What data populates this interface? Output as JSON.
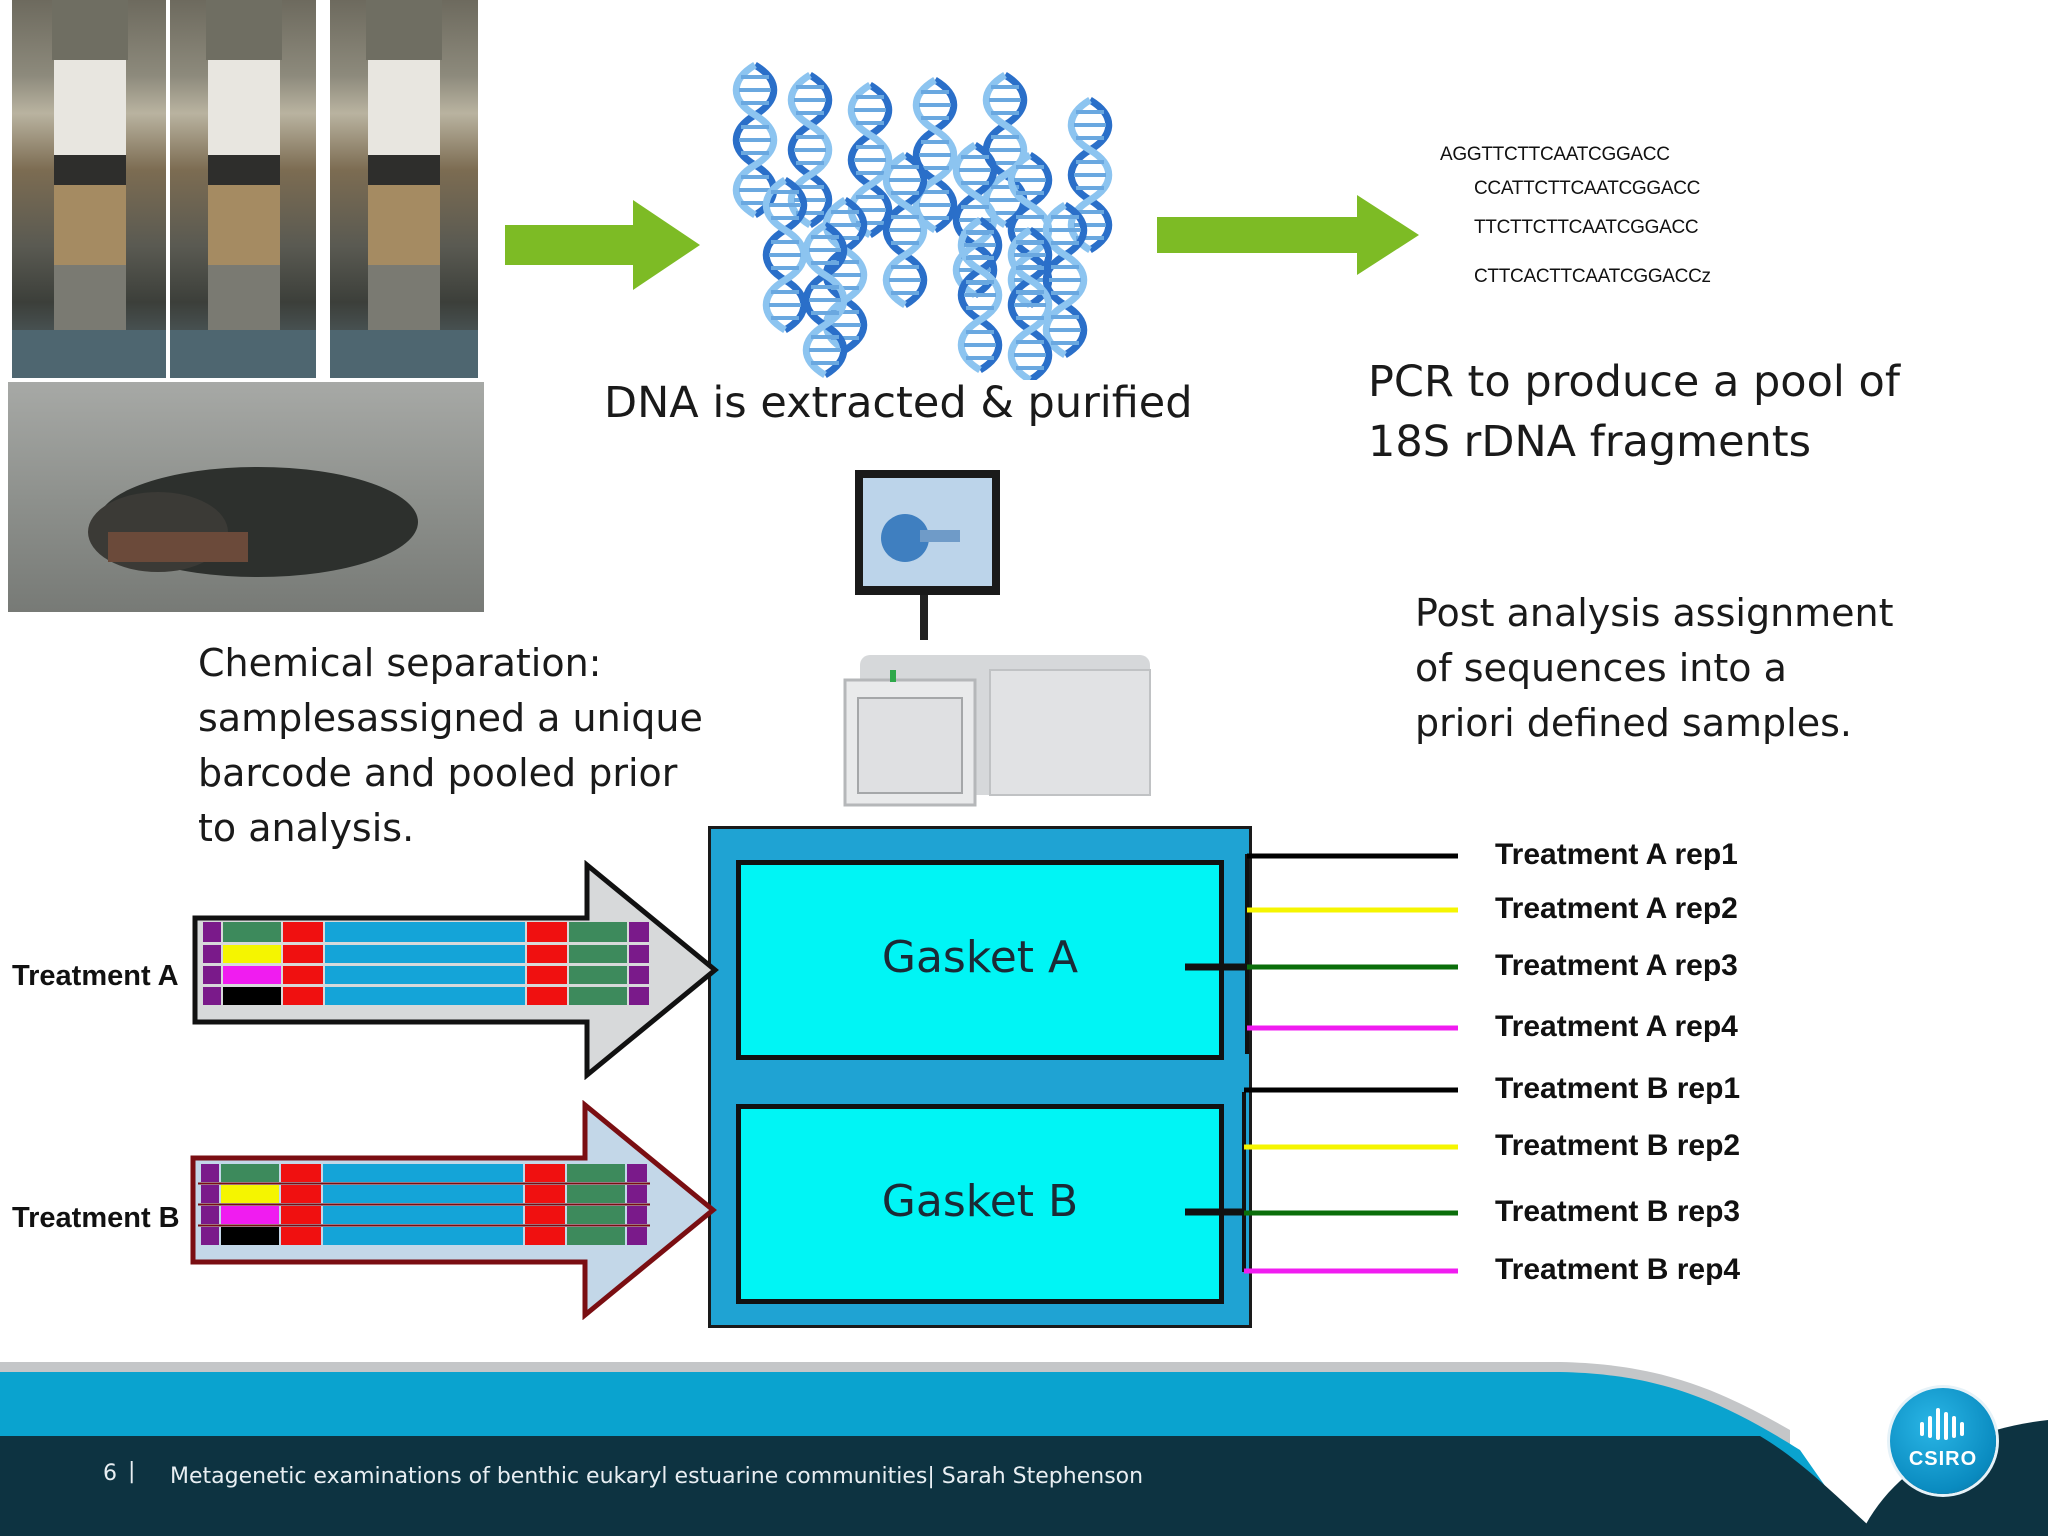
{
  "captions": {
    "dna_extracted": "DNA is extracted & purified",
    "pcr_line1": "PCR to produce a pool of",
    "pcr_line2": "18S rDNA fragments",
    "chemical_line1": "Chemical separation:",
    "chemical_line2": "samplesassigned a unique",
    "chemical_line3": "barcode and pooled prior",
    "chemical_line4": "to analysis.",
    "post_line1": "Post analysis assignment",
    "post_line2": "of sequences into a",
    "post_line3": "priori defined samples."
  },
  "sequences": [
    "AGGTTCTTCAATCGGACC",
    "CCATTCTTCAATCGGACC",
    "TTCTTCTTCAATCGGACC",
    "CTTCACTTCAATCGGACCz"
  ],
  "treatments": {
    "a_label": "Treatment A",
    "b_label": "Treatment B"
  },
  "gaskets": {
    "a": "Gasket A",
    "b": "Gasket B"
  },
  "replicates": [
    {
      "label": "Treatment A rep1",
      "color": "#000000"
    },
    {
      "label": "Treatment A rep2",
      "color": "#f5f500"
    },
    {
      "label": "Treatment A rep3",
      "color": "#0a6e0a"
    },
    {
      "label": "Treatment A rep4",
      "color": "#f01cf0"
    },
    {
      "label": "Treatment B rep1",
      "color": "#000000"
    },
    {
      "label": "Treatment B rep2",
      "color": "#f5f500"
    },
    {
      "label": "Treatment B rep3",
      "color": "#0a6e0a"
    },
    {
      "label": "Treatment B rep4",
      "color": "#f01cf0"
    }
  ],
  "footer": {
    "page_number": "6",
    "separator": "|",
    "title": "Metagenetic examinations of benthic eukaryl estuarine communities|  Sarah Stephenson",
    "logo_text": "CSIRO"
  },
  "colors": {
    "arrow_green": "#7dbb25",
    "sequencer_blue": "#1fa3d3",
    "gasket_cyan": "#00f5f5",
    "footer_dark": "#0d3341",
    "footer_band": "#0aa3cf"
  }
}
